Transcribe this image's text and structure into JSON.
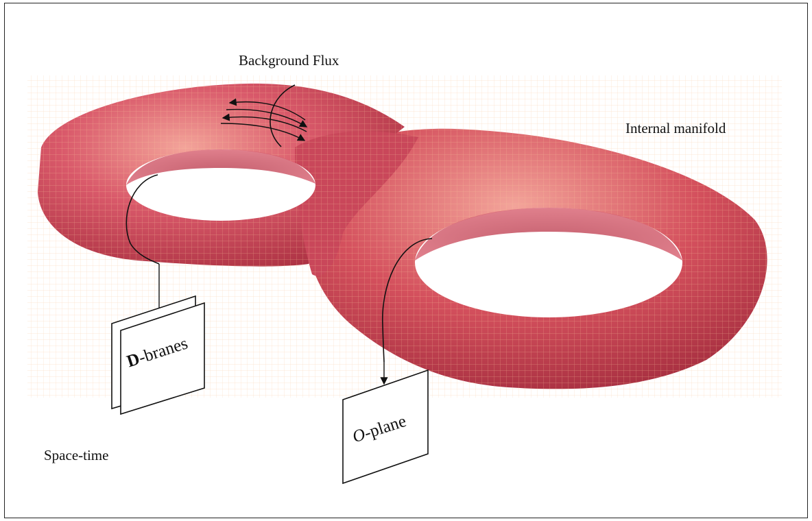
{
  "labels": {
    "background_flux": "Background Flux",
    "internal_manifold": "Internal manifold",
    "space_time": "Space-time",
    "d_branes": {
      "prefix": "D",
      "suffix": "-branes"
    },
    "o_plane": {
      "prefix": "O",
      "suffix": "-plane"
    }
  },
  "colors": {
    "surface": "#d4505d",
    "surface_dark": "#a92f40",
    "surface_light": "#f3a49a",
    "grid": "#f7c49a",
    "stroke": "#111111"
  }
}
